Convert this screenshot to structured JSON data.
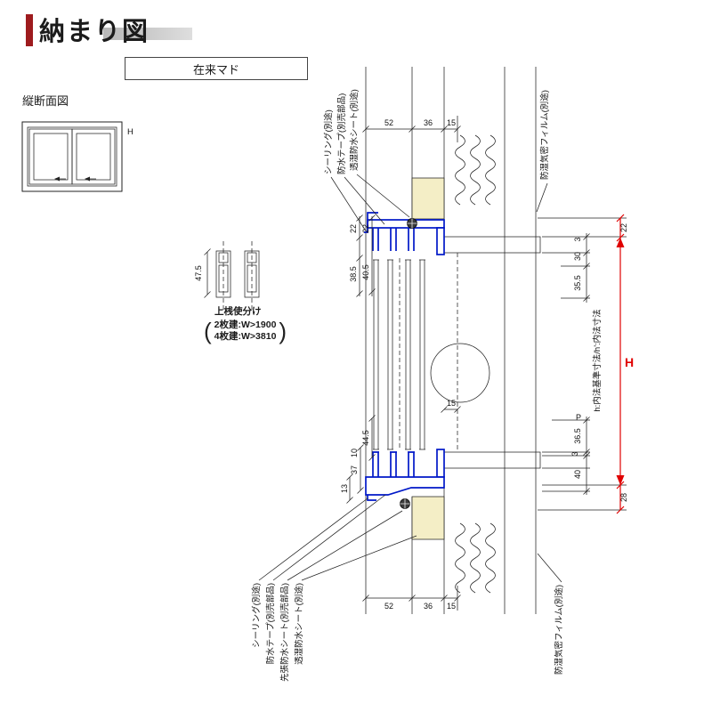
{
  "header": {
    "title": "納まり図"
  },
  "window_type": "在来マド",
  "section_label": "縦断面図",
  "sketch": {
    "h": "H"
  },
  "detail": {
    "dim": "47.5",
    "note_title": "上桟使分け",
    "note_lines": [
      "2枚建:W>1900",
      "4枚建:W>3810"
    ]
  },
  "callouts": {
    "top": [
      "シーリング(別途)",
      "防水テープ(別売部品)",
      "透湿防水シート(別途)",
      "防湿気密フィルム(別途)"
    ],
    "bottom": [
      "シーリング(別途)",
      "防水テープ(別売部品)",
      "先張防水シート(別売部品)",
      "透湿防水シート(別途)",
      "防湿気密フィルム(別途)"
    ],
    "right_note": "h:内法基準寸法/h':内法寸法"
  },
  "dims": {
    "top_row": [
      "52",
      "36",
      "15"
    ],
    "bottom_row": [
      "52",
      "36",
      "15"
    ],
    "left_top": [
      "22",
      "22",
      "38.5",
      "40.5"
    ],
    "left_bottom": [
      "44.5",
      "10",
      "37",
      "13"
    ],
    "mid_15": "15",
    "p": "P",
    "right_top": [
      "3",
      "30",
      "35.5"
    ],
    "right_bottom": [
      "36.5",
      "3",
      "40"
    ],
    "red_top": "22",
    "red_bottom": "28",
    "h": "H"
  },
  "colors": {
    "accent_red": "#9e1b1e",
    "frame_blue": "#0018c8",
    "dim_red": "#e00000",
    "infill_yellow": "#f4eec6",
    "hatch_red": "#d4686a",
    "strip_gray": "#c9c9c9"
  }
}
